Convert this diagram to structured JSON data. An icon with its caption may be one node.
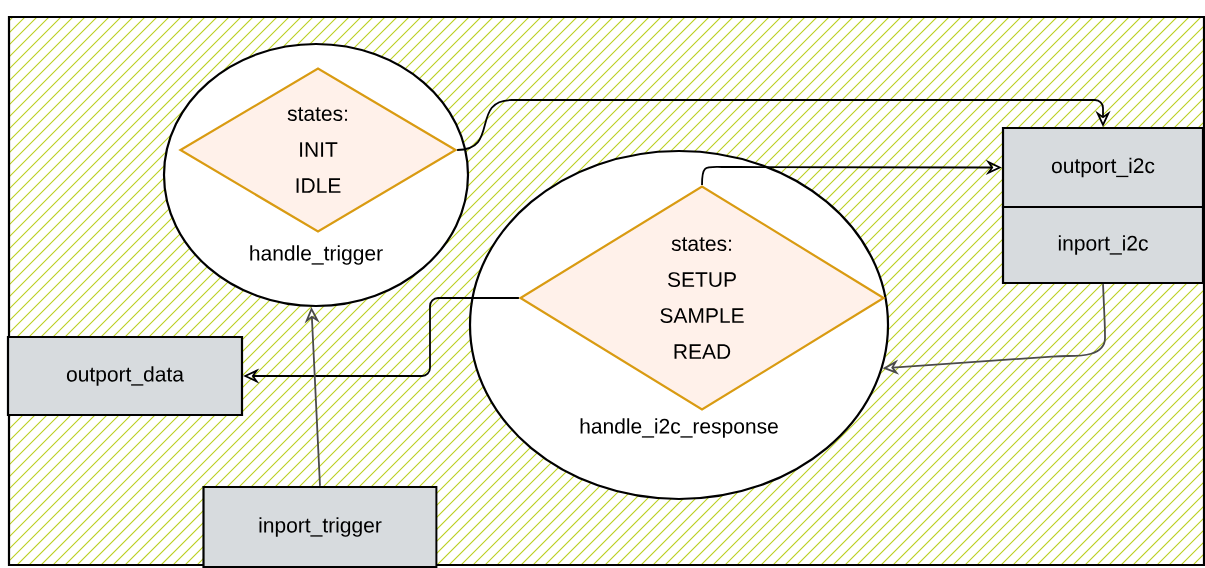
{
  "diagram": {
    "nodes": [
      {
        "text": [
          "handle_trigger"
        ]
      },
      {
        "text": [
          "states: INIT IDLE"
        ],
        "in": 0
      },
      {
        "text": [
          "handle_i2c_response"
        ]
      },
      {
        "text": [
          "states: SETUP SAMPLE READ"
        ],
        "in": 2
      },
      {
        "text": [
          "outport_i2c"
        ]
      },
      {
        "text": [
          "inport_i2c"
        ]
      },
      {
        "text": [
          "outport_data"
        ]
      },
      {
        "text": [
          "inport_trigger"
        ]
      }
    ],
    "edges": [
      {
        "from": 1,
        "to": 4,
        "arrow": "to"
      },
      {
        "from": 3,
        "to": 4,
        "arrow": "to"
      },
      {
        "from": 3,
        "to": 6,
        "arrow": "to"
      },
      {
        "from": 7,
        "to": 0,
        "arrow": "to",
        "color": "#4a4a4a"
      },
      {
        "from": 5,
        "to": 2,
        "arrow": "to",
        "color": "#4a4a4a"
      }
    ]
  }
}
